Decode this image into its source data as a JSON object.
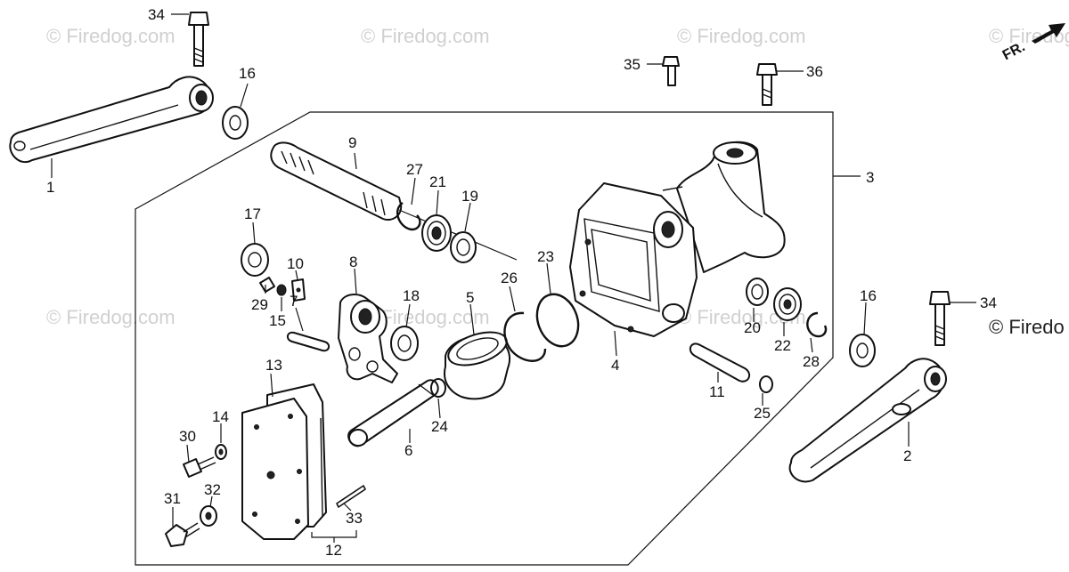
{
  "watermark": "© Firedog.com",
  "watermark_edge": "© Firedo",
  "front_marker": {
    "label": "FR."
  },
  "callouts": {
    "c1": "1",
    "c2": "2",
    "c3": "3",
    "c4": "4",
    "c5": "5",
    "c6": "6",
    "c7": "7",
    "c8": "8",
    "c9": "9",
    "c10": "10",
    "c11": "11",
    "c12": "12",
    "c13": "13",
    "c14": "14",
    "c15": "15",
    "c16a": "16",
    "c16b": "16",
    "c17": "17",
    "c18": "18",
    "c19": "19",
    "c20": "20",
    "c21": "21",
    "c22": "22",
    "c23": "23",
    "c24": "24",
    "c25": "25",
    "c26": "26",
    "c27": "27",
    "c28": "28",
    "c29": "29",
    "c30": "30",
    "c31": "31",
    "c32": "32",
    "c33": "33",
    "c34a": "34",
    "c34b": "34",
    "c35": "35",
    "c36": "36"
  }
}
